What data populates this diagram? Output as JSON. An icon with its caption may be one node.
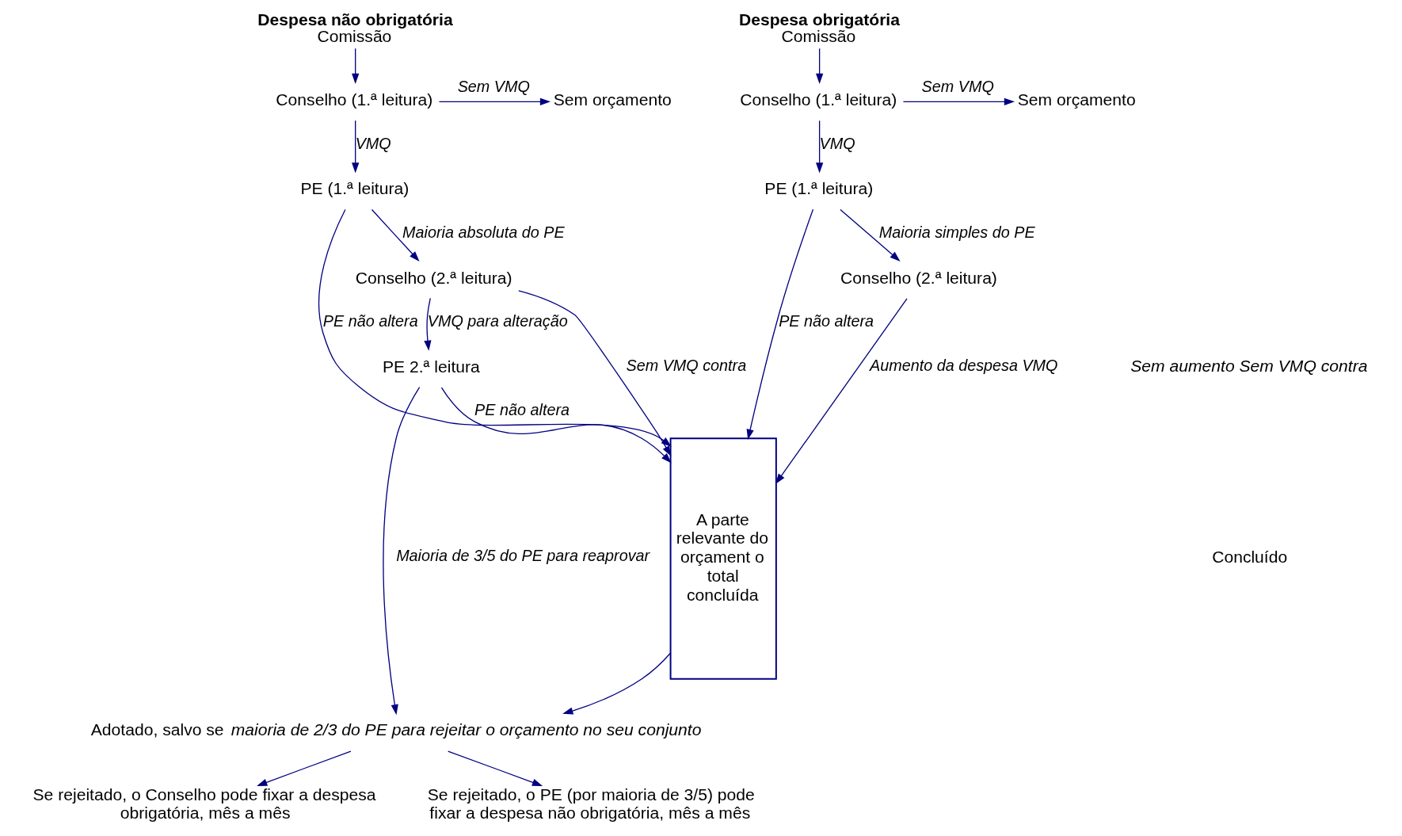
{
  "diagram": {
    "nodes": [
      {
        "text": [
          "Despesa obrigatória",
          "Comissão"
        ]
      },
      {
        "text": [
          "Sem orçamento"
        ]
      },
      {
        "text": [
          "Conselho (1.ª leitura)"
        ]
      },
      {
        "text": [
          "PE (1.ª leitura)"
        ]
      },
      {
        "text": [
          "Conselho (2.ª leitura)"
        ]
      },
      {
        "text": [
          "Despesa não obrigatória",
          "Comissão"
        ]
      },
      {
        "text": [
          "Conselho (1.ª leitura)"
        ]
      },
      {
        "text": [
          "Sem orçamento"
        ]
      },
      {
        "text": [
          "PE (1.ª leitura)"
        ]
      },
      {
        "text": [
          "Conselho (2.ª leitura)"
        ]
      },
      {
        "text": [
          "PE 2.ª leitura"
        ]
      },
      {
        "text": [
          "A parte relevante do orçament o total concluída"
        ]
      },
      {
        "text": [
          "Adotado, salvo se *maioria de 2/3 do PE para rejeitar o orçamento no seu conjunto*"
        ]
      },
      {
        "text": [
          "Se rejeitado, o Conselho pode fixar a despesa obrigatória, mês a mês"
        ]
      },
      {
        "text": [
          "Se rejeitado, o PE (por maioria de 3/5) pode fixar a despesa não obrigatória, mês a mês"
        ]
      }
    ],
    "edges": [
      {
        "from": 0,
        "to": 2,
        "arrow": "to"
      },
      {
        "from": 2,
        "to": 1,
        "arrow": "to",
        "label": "Sem VMQ"
      },
      {
        "from": 2,
        "to": 3,
        "arrow": "to",
        "label": "VMQ"
      },
      {
        "from": 3,
        "to": 11,
        "arrow": "to",
        "label": "PE não altera"
      },
      {
        "from": 3,
        "to": 4,
        "arrow": "to",
        "label": "Maioria simples do PE"
      },
      {
        "from": 4,
        "to": 11,
        "arrow": "to",
        "label": "Aumento da despesa VMQ"
      },
      {
        "from": 5,
        "to": 6,
        "arrow": "to"
      },
      {
        "from": 6,
        "to": 7,
        "arrow": "to",
        "label": "Sem VMQ"
      },
      {
        "from": 6,
        "to": 8,
        "arrow": "to",
        "label": "VMQ"
      },
      {
        "from": 8,
        "to": 11,
        "arrow": "to",
        "label": "PE não altera"
      },
      {
        "from": 8,
        "to": 9,
        "arrow": "to",
        "label": "Maioria absoluta do PE"
      },
      {
        "from": 9,
        "to": 11,
        "arrow": "to",
        "label": "Sem VMQ contra"
      },
      {
        "from": 9,
        "to": 10,
        "arrow": "to",
        "label": "VMQ para alteração"
      },
      {
        "from": 10,
        "to": 11,
        "arrow": "to",
        "label": "PE não altera"
      },
      {
        "from": 11,
        "to": 12,
        "arrow": "to"
      },
      {
        "from": 10,
        "to": 12,
        "arrow": "to",
        "label": "Maioria de 3/5 do PE para reaprovar"
      },
      {
        "from": 12,
        "to": 13,
        "arrow": "to"
      },
      {
        "from": 12,
        "to": 14,
        "arrow": "to"
      }
    ],
    "labels": [
      "Sem aumento Sem VMQ contra",
      "Concluído"
    ]
  }
}
